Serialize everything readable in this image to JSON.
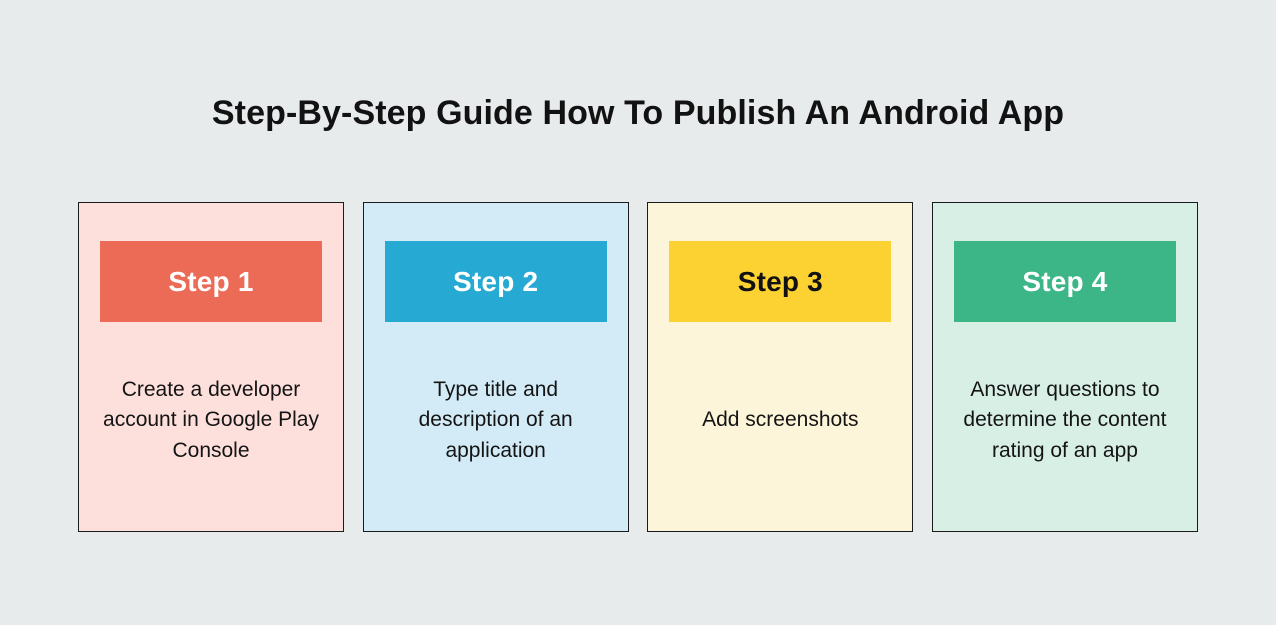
{
  "page": {
    "background_color": "#e8ebec",
    "title": "Step-By-Step Guide How To Publish An Android App",
    "title_color": "#121212"
  },
  "cards": [
    {
      "step_label": "Step 1",
      "description": "Create a developer account in Google Play Console",
      "card_bg": "#fde0dc",
      "header_bg": "#eb6b57",
      "header_text_color": "#ffffff",
      "border_color": "#1b1b1b"
    },
    {
      "step_label": "Step 2",
      "description": "Type title and description of an application",
      "card_bg": "#d2ebf7",
      "header_bg": "#26aad3",
      "header_text_color": "#ffffff",
      "border_color": "#1b1b1b"
    },
    {
      "step_label": "Step 3",
      "description": "Add screenshots",
      "card_bg": "#fdf5da",
      "header_bg": "#fcd233",
      "header_text_color": "#111111",
      "border_color": "#1b1b1b"
    },
    {
      "step_label": "Step 4",
      "description": "Answer questions to determine the content rating of an app",
      "card_bg": "#d8efe6",
      "header_bg": "#3cb687",
      "header_text_color": "#ffffff",
      "border_color": "#1b1b1b"
    }
  ]
}
